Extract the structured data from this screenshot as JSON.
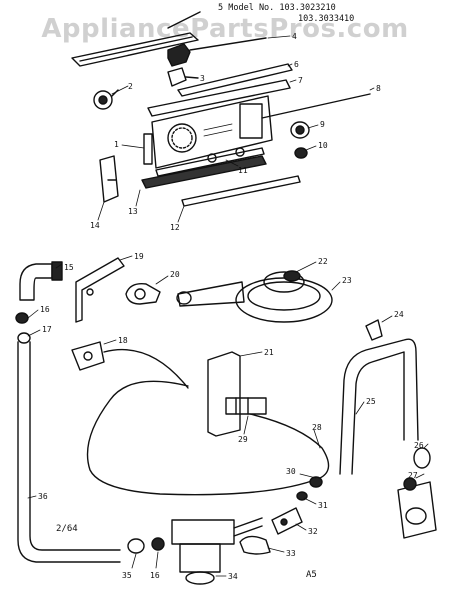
{
  "header": {
    "model_prefix": "5 Model No.",
    "model_no_1": "103.3023210",
    "model_no_2": "103.3033410"
  },
  "watermark": "AppliancePartsPros.com",
  "footer": {
    "date_code": "2/64",
    "page_code": "A5"
  },
  "callouts": [
    "1",
    "2",
    "3",
    "4",
    "6",
    "7",
    "8",
    "9",
    "10",
    "11",
    "12",
    "13",
    "14",
    "15",
    "16",
    "17",
    "18",
    "19",
    "20",
    "21",
    "22",
    "23",
    "24",
    "25",
    "26",
    "27",
    "28",
    "29",
    "30",
    "31",
    "32",
    "33",
    "34",
    "35",
    "36"
  ]
}
